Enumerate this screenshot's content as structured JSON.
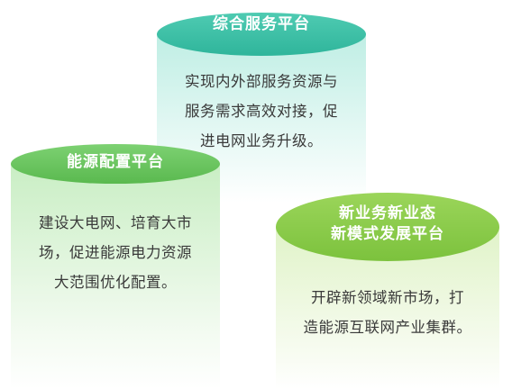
{
  "colors": {
    "teal_cap": "#3cbfa6",
    "teal_body_top": "#bfeee4",
    "green_cap": "#6cc563",
    "green_body_top": "#c9eec4",
    "lime_cap": "#8ccc4a",
    "lime_body_top": "#e0f3c8",
    "cap_text": "#ffffff",
    "body_text": "#3a3a3a"
  },
  "platforms": [
    {
      "title_lines": [
        "综合服务平台"
      ],
      "body_lines": [
        "实现内外部服务资源与",
        "服务需求高效对接，促",
        "进电网业务升级。"
      ]
    },
    {
      "title_lines": [
        "能源配置平台"
      ],
      "body_lines": [
        "建设大电网、培育大市",
        "场，促进能源电力资源",
        "大范围优化配置。"
      ]
    },
    {
      "title_lines": [
        "新业务新业态",
        "新模式发展平台"
      ],
      "body_lines": [
        "开辟新领域新市场，打",
        "造能源互联网产业集群。"
      ]
    }
  ]
}
